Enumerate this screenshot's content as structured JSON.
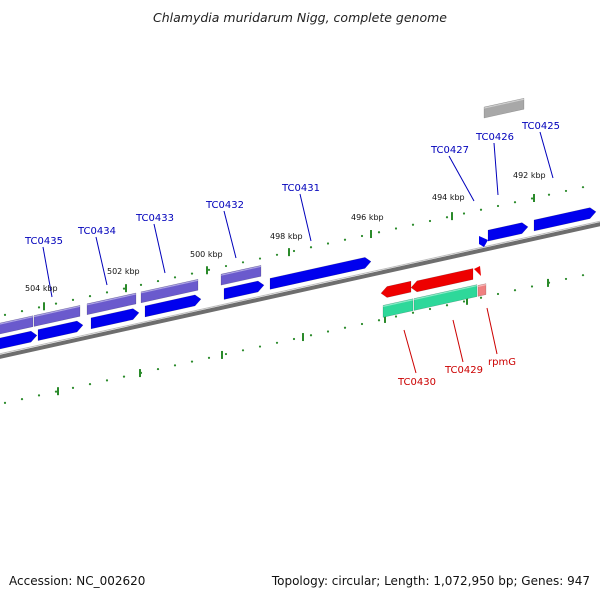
{
  "title": "Chlamydia muridarum Nigg, complete genome",
  "footer": {
    "accession": "Accession: NC_002620",
    "stats": "Topology: circular; Length: 1,072,950 bp; Genes: 947"
  },
  "scale_labels": [
    "504 kbp",
    "502 kbp",
    "500 kbp",
    "498 kbp",
    "496 kbp",
    "494 kbp",
    "492 kbp"
  ],
  "gene_labels": {
    "forward": [
      "TC0435",
      "TC0434",
      "TC0433",
      "TC0432",
      "TC0431",
      "TC0427",
      "TC0426",
      "TC0425"
    ],
    "reverse": [
      "TC0430",
      "TC0429",
      "rpmG"
    ]
  },
  "colors": {
    "cds_forward": "#0000ee",
    "gene_forward": "#6a5acd",
    "cds_reverse": "#ee0000",
    "gene_reverse": "#2ed89a",
    "pseudo_gene": "#a8a8a8",
    "backbone": "#777777",
    "tick": "#2a8a2a",
    "label_forward": "#0000bb",
    "label_reverse": "#cc0000"
  }
}
